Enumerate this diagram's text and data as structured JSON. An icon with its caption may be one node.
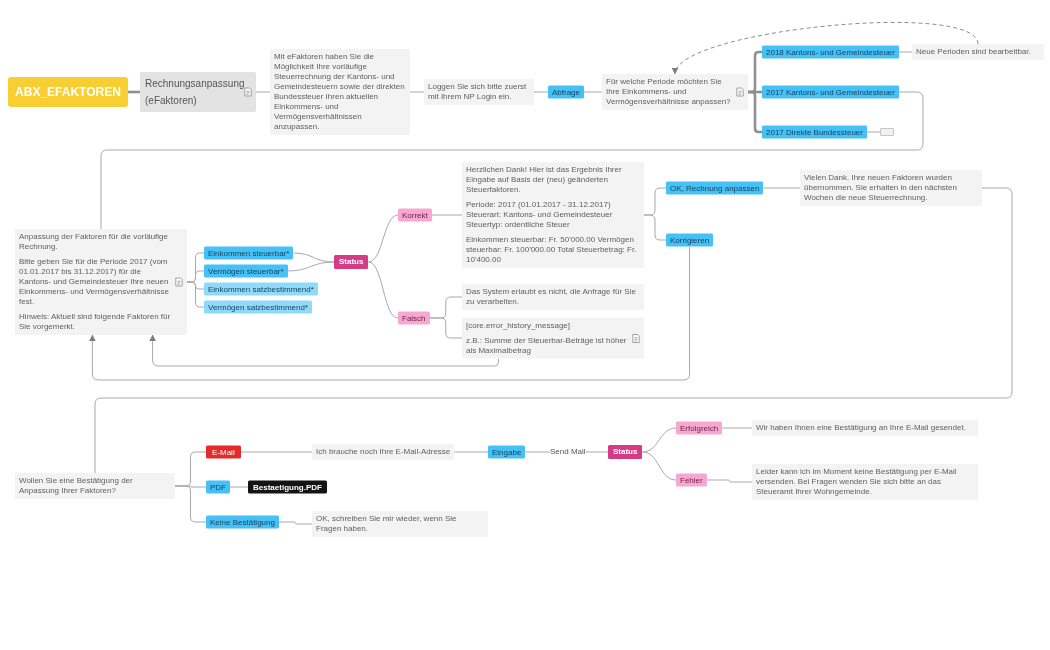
{
  "diagram": {
    "nodes": [
      {
        "text": [
          "ABX_EFAKTOREN"
        ]
      },
      {
        "text": [
          "Rechnungsanpassung (eFaktoren)"
        ]
      },
      {
        "text": [
          "Mit eFaktoren haben Sie die Möglichkeit Ihre vorläufige Steuerrechnung der Kantons- und Gemeindesteuern sowie der direkten Bundessteuer Ihren aktuellen Einkommens- und Vermögensverhältnissen anzupassen."
        ]
      },
      {
        "text": [
          "Loggen Sie sich bitte zuerst mit Ihrem NP Login ein."
        ]
      },
      {
        "text": [
          "Abfrage"
        ]
      },
      {
        "text": [
          "Für welche Periode möchten Sie Ihre Einkommens- und Vermögensverhältnisse anpassen?"
        ]
      },
      {
        "text": [
          "2018 Kantons- und Gemeindesteuer"
        ]
      },
      {
        "text": [
          "Neue Perioden sind bearbeitbar."
        ]
      },
      {
        "text": [
          "2017 Kantons- und Gemeindesteuer"
        ]
      },
      {
        "text": [
          "Anpassung der Faktoren für die vorläufige Rechnung.",
          "Bitte geben Sie für die Periode 2017 (vom 01.01.2017 bis 31.12.2017) für die Kantons- und Gemeindesteuer Ihre neuen Einkommens- und Vermögensverhältnisse fest.",
          "Hinweis: Aktuell sind folgende Faktoren für Sie vorgemerkt."
        ]
      },
      {
        "text": [
          "Einkommen steuerbar*"
        ]
      },
      {
        "text": [
          "Vermögen steuerbar*"
        ]
      },
      {
        "text": [
          "Einkommen satzbestimmend*"
        ]
      },
      {
        "text": [
          "Vermögen satzbestimmend*"
        ]
      },
      {
        "text": [
          "Status"
        ]
      },
      {
        "text": [
          "Korrekt"
        ]
      },
      {
        "text": [
          "Falsch"
        ]
      },
      {
        "text": [
          "Herzlichen Dank! Hier ist das Ergebnis Ihrer Eingabe auf Basis der (neu) geänderten Steuerfaktoren.",
          "Periode: 2017 (01.01.2017 - 31.12.2017) Steuerart: Kantons- und Gemeindesteuer Steuertyp: ordentliche Steuer",
          "Einkommen steuerbar: Fr. 50'000.00 Vermögen steuerbar: Fr. 100'000.00 Total Steuerbetrag: Fr. 10'400.00"
        ]
      },
      {
        "text": [
          "Das System erlaubt es nicht, die Anfrage für Sie zu verarbeiten."
        ]
      },
      {
        "text": [
          "[core.error_history_message]",
          "z.B.: Summe der Steuerbar-Beträge ist höher als Maximalbetrag"
        ]
      },
      {
        "text": [
          "OK, Rechnung anpassen"
        ]
      },
      {
        "text": [
          "Korrigieren"
        ]
      },
      {
        "text": [
          "Vielen Dank. Ihre neuen Faktoren wurden übernommen. Sie erhalten in den nächsten Wochen die neue Steuerrechnung."
        ]
      },
      {
        "text": [
          "Wollen Sie eine Bestätigung der Anpassung Ihrer Faktoren?"
        ]
      },
      {
        "text": [
          "E-Mail"
        ]
      },
      {
        "text": [
          "Ich brauche noch Ihre E-Mail-Adresse"
        ]
      },
      {
        "text": [
          "Eingabe"
        ]
      },
      {
        "text": [
          "Send Mail"
        ]
      },
      {
        "text": [
          "Status"
        ]
      },
      {
        "text": [
          "Erfolgreich"
        ]
      },
      {
        "text": [
          "Wir haben Ihnen eine Bestätigung an Ihre E-Mail gesendet."
        ]
      },
      {
        "text": [
          "Fehler"
        ]
      },
      {
        "text": [
          "Leider kann ich im Moment keine Bestätigung per E-Mail versenden. Bei Fragen wenden Sie sich bitte an das Steueramt Ihrer Wohngemeinde."
        ]
      },
      {
        "text": [
          "PDF"
        ]
      },
      {
        "text": [
          "Bestaetigung.PDF"
        ]
      },
      {
        "text": [
          "Keine Bestätigung"
        ]
      },
      {
        "text": [
          "OK, schreiben Sie mir wieder, wenn Sie Fragen haben."
        ]
      },
      {
        "text": [
          "2017 Direkte Bundessteuer"
        ]
      },
      {
        "text": [],
        "shape": "box"
      }
    ],
    "edges": [
      {
        "from": 0,
        "to": 1,
        "arrow": "none",
        "style": "thick"
      },
      {
        "from": 1,
        "to": 2,
        "arrow": "none"
      },
      {
        "from": 2,
        "to": 3,
        "arrow": "none"
      },
      {
        "from": 3,
        "to": 4,
        "arrow": "none"
      },
      {
        "from": 4,
        "to": 5,
        "arrow": "none"
      },
      {
        "from": 5,
        "to": 6,
        "arrow": "none",
        "style": "thick"
      },
      {
        "from": 6,
        "to": 7,
        "arrow": "none"
      },
      {
        "from": 7,
        "to": 5,
        "arrow": "to",
        "style": "dashed"
      },
      {
        "from": 5,
        "to": 8,
        "arrow": "none",
        "style": "thick"
      },
      {
        "from": 8,
        "to": 9,
        "arrow": "none"
      },
      {
        "from": 9,
        "to": 10,
        "arrow": "none"
      },
      {
        "from": 9,
        "to": 11,
        "arrow": "none"
      },
      {
        "from": 9,
        "to": 12,
        "arrow": "none"
      },
      {
        "from": 9,
        "to": 13,
        "arrow": "none"
      },
      {
        "from": 10,
        "to": 14,
        "arrow": "none"
      },
      {
        "from": 11,
        "to": 14,
        "arrow": "none"
      },
      {
        "from": 14,
        "to": 15,
        "arrow": "none"
      },
      {
        "from": 14,
        "to": 16,
        "arrow": "none"
      },
      {
        "from": 15,
        "to": 17,
        "arrow": "none"
      },
      {
        "from": 17,
        "to": 20,
        "arrow": "none"
      },
      {
        "from": 17,
        "to": 21,
        "arrow": "none"
      },
      {
        "from": 16,
        "to": 18,
        "arrow": "none"
      },
      {
        "from": 16,
        "to": 19,
        "arrow": "none"
      },
      {
        "from": 19,
        "to": 9,
        "arrow": "to"
      },
      {
        "from": 21,
        "to": 9,
        "arrow": "to"
      },
      {
        "from": 20,
        "to": 22,
        "arrow": "none"
      },
      {
        "from": 22,
        "to": 23,
        "arrow": "none"
      },
      {
        "from": 23,
        "to": 24,
        "arrow": "none"
      },
      {
        "from": 24,
        "to": 25,
        "arrow": "none"
      },
      {
        "from": 25,
        "to": 26,
        "arrow": "none"
      },
      {
        "from": 26,
        "to": 27,
        "arrow": "none"
      },
      {
        "from": 27,
        "to": 28,
        "arrow": "none"
      },
      {
        "from": 28,
        "to": 29,
        "arrow": "none"
      },
      {
        "from": 29,
        "to": 30,
        "arrow": "none"
      },
      {
        "from": 28,
        "to": 31,
        "arrow": "none"
      },
      {
        "from": 31,
        "to": 32,
        "arrow": "none"
      },
      {
        "from": 23,
        "to": 33,
        "arrow": "none"
      },
      {
        "from": 33,
        "to": 34,
        "arrow": "none"
      },
      {
        "from": 23,
        "to": 35,
        "arrow": "none"
      },
      {
        "from": 35,
        "to": 36,
        "arrow": "none"
      },
      {
        "from": 5,
        "to": 37,
        "arrow": "none",
        "style": "thick"
      },
      {
        "from": 37,
        "to": 38,
        "arrow": "none"
      }
    ]
  }
}
